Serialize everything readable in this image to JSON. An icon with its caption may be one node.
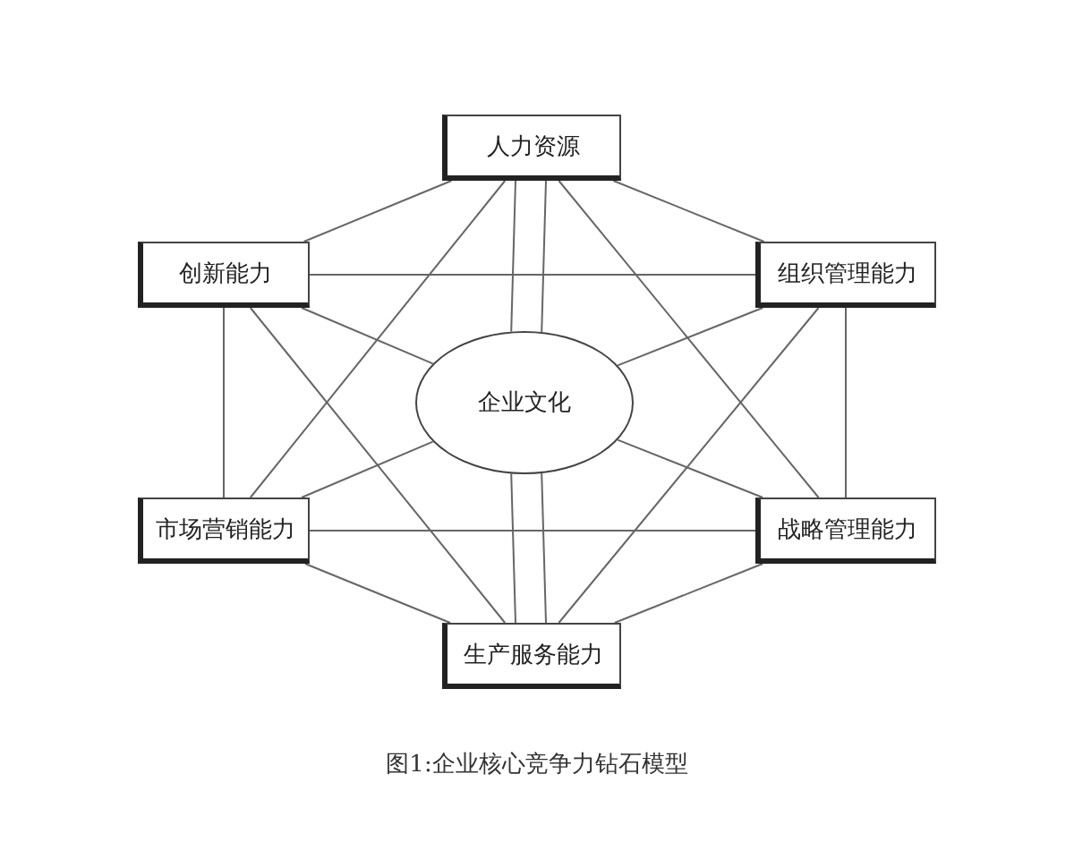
{
  "diagram": {
    "caption": "图1:企业核心竞争力钻石模型",
    "nodes": [
      {
        "text": [
          "人力资源"
        ]
      },
      {
        "text": [
          "创新能力"
        ]
      },
      {
        "text": [
          "组织管理能力"
        ]
      },
      {
        "text": [
          "企业文化"
        ]
      },
      {
        "text": [
          "市场营销能力"
        ]
      },
      {
        "text": [
          "战略管理能力"
        ]
      },
      {
        "text": [
          "生产服务能力"
        ]
      }
    ],
    "edges": [
      {
        "from": 0,
        "to": 1,
        "arrow": "none"
      },
      {
        "from": 0,
        "to": 2,
        "arrow": "none"
      },
      {
        "from": 1,
        "to": 4,
        "arrow": "none"
      },
      {
        "from": 2,
        "to": 5,
        "arrow": "none"
      },
      {
        "from": 4,
        "to": 6,
        "arrow": "none"
      },
      {
        "from": 5,
        "to": 6,
        "arrow": "none"
      },
      {
        "from": 1,
        "to": 2,
        "arrow": "none"
      },
      {
        "from": 4,
        "to": 5,
        "arrow": "none"
      },
      {
        "from": 0,
        "to": 4,
        "arrow": "none"
      },
      {
        "from": 0,
        "to": 5,
        "arrow": "none"
      },
      {
        "from": 1,
        "to": 6,
        "arrow": "none"
      },
      {
        "from": 2,
        "to": 6,
        "arrow": "none"
      },
      {
        "from": 0,
        "to": 3,
        "arrow": "none"
      },
      {
        "from": 0,
        "to": 3,
        "arrow": "none"
      },
      {
        "from": 3,
        "to": 6,
        "arrow": "none"
      },
      {
        "from": 3,
        "to": 6,
        "arrow": "none"
      },
      {
        "from": 1,
        "to": 3,
        "arrow": "none"
      },
      {
        "from": 2,
        "to": 3,
        "arrow": "none"
      },
      {
        "from": 4,
        "to": 3,
        "arrow": "none"
      },
      {
        "from": 5,
        "to": 3,
        "arrow": "none"
      }
    ]
  }
}
